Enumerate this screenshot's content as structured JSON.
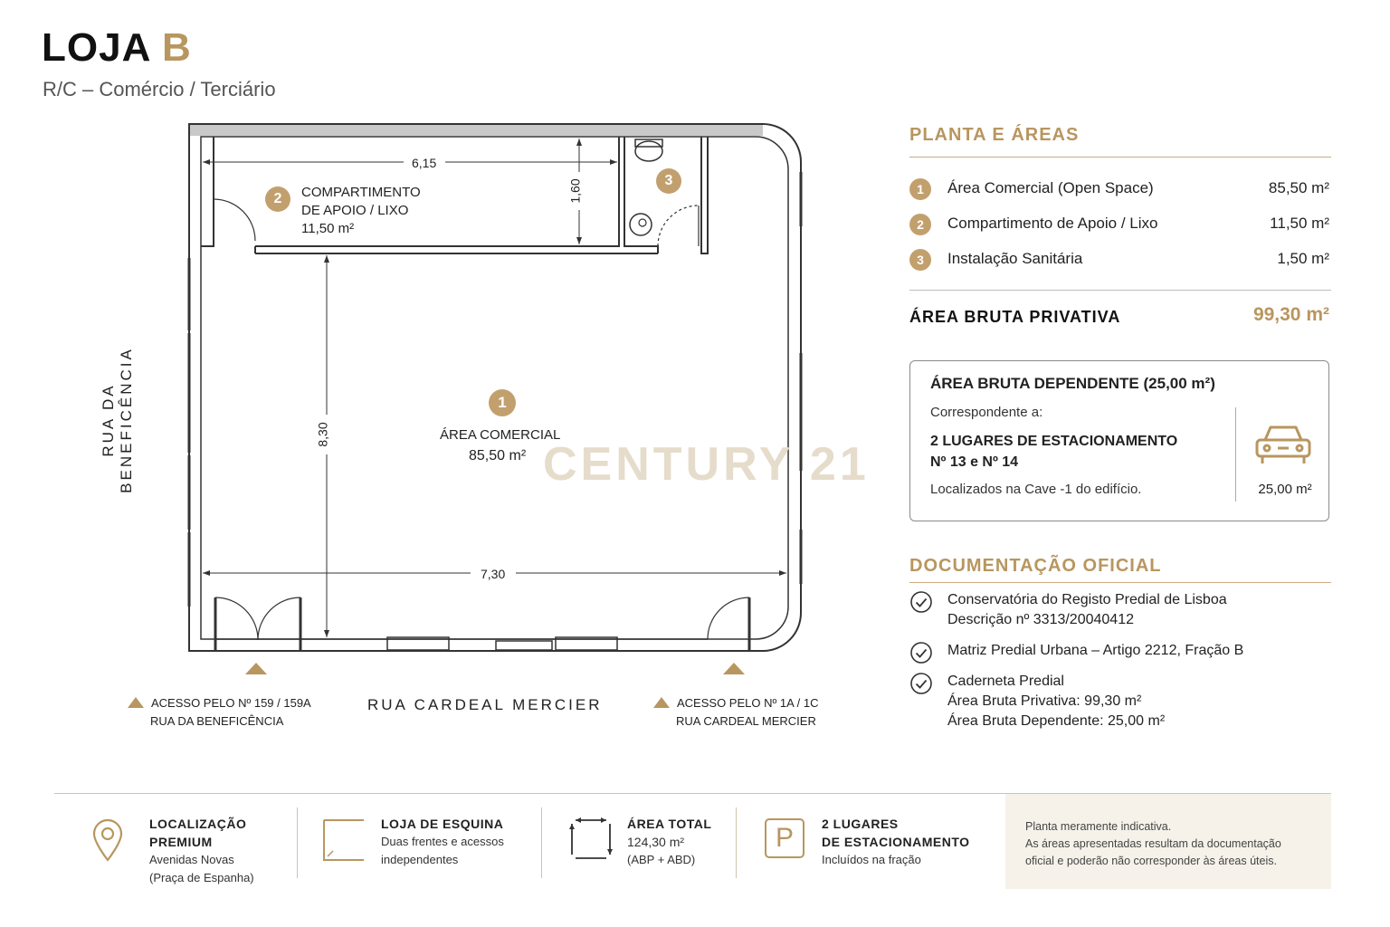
{
  "header": {
    "title_main": "LOJA",
    "title_letter": "B",
    "subtitle": "R/C – Comércio / Terciário"
  },
  "plan": {
    "dim_top": "6,15",
    "dim_small": "1,60",
    "dim_vertical": "8,30",
    "dim_bottom": "7,30",
    "room2_badge": "2",
    "room2_line1": "COMPARTIMENTO",
    "room2_line2": "DE APOIO / LIXO",
    "room2_area": "11,50 m²",
    "room3_badge": "3",
    "room1_badge": "1",
    "room1_name": "ÁREA COMERCIAL",
    "room1_area": "85,50 m²",
    "watermark": "CENTURY 21",
    "street_left": "RUA DA BENEFICÊNCIA",
    "street_bottom": "RUA CARDEAL MERCIER",
    "access_left_line1": "ACESSO PELO Nº 159 / 159A",
    "access_left_line2": "RUA DA BENEFICÊNCIA",
    "access_right_line1": "ACESSO PELO Nº 1A / 1C",
    "access_right_line2": "RUA CARDEAL MERCIER"
  },
  "areas": {
    "title": "PLANTA E ÁREAS",
    "rows": [
      {
        "num": "1",
        "label": "Área Comercial (Open Space)",
        "value": "85,50 m²"
      },
      {
        "num": "2",
        "label": "Compartimento de Apoio / Lixo",
        "value": "11,50 m²"
      },
      {
        "num": "3",
        "label": "Instalação Sanitária",
        "value": "1,50 m²"
      }
    ],
    "abp_label": "ÁREA BRUTA PRIVATIVA",
    "abp_value": "99,30 m²"
  },
  "dependent": {
    "title": "ÁREA BRUTA DEPENDENTE (25,00 m²)",
    "corresponds": "Correspondente a:",
    "parking_line1": "2 LUGARES DE ESTACIONAMENTO",
    "parking_line2": "Nº 13 e Nº 14",
    "location": "Localizados na Cave -1 do edifício.",
    "area": "25,00 m²",
    "icon": "car-icon"
  },
  "docs": {
    "title": "DOCUMENTAÇÃO OFICIAL",
    "items": [
      {
        "line1": "Conservatória do Registo Predial de Lisboa",
        "line2": "Descrição nº 3313/20040412",
        "line3": ""
      },
      {
        "line1": "Matriz Predial Urbana – Artigo 2212, Fração B",
        "line2": "",
        "line3": ""
      },
      {
        "line1": "Caderneta Predial",
        "line2": "Área Bruta Privativa: 99,30 m²",
        "line3": "Área Bruta Dependente: 25,00 m²"
      }
    ]
  },
  "footer": {
    "f1_title1": "LOCALIZAÇÃO",
    "f1_title2": "PREMIUM",
    "f1_line1": "Avenidas Novas",
    "f1_line2": "(Praça de Espanha)",
    "f2_title": "LOJA DE ESQUINA",
    "f2_line1": "Duas frentes e acessos",
    "f2_line2": "independentes",
    "f3_title": "ÁREA TOTAL",
    "f3_line1": "124,30 m²",
    "f3_line2": "(ABP + ABD)",
    "f4_title1": "2 LUGARES",
    "f4_title2": "DE ESTACIONAMENTO",
    "f4_line1": "Incluídos na fração",
    "f4_icon_letter": "P",
    "note_line1": "Planta meramente indicativa.",
    "note_line2": "As áreas apresentadas resultam da documentação",
    "note_line3": "oficial e poderão não corresponder às áreas úteis."
  },
  "colors": {
    "accent": "#b8965f",
    "badge": "#c2a06e",
    "watermark": "#e6dccb"
  }
}
